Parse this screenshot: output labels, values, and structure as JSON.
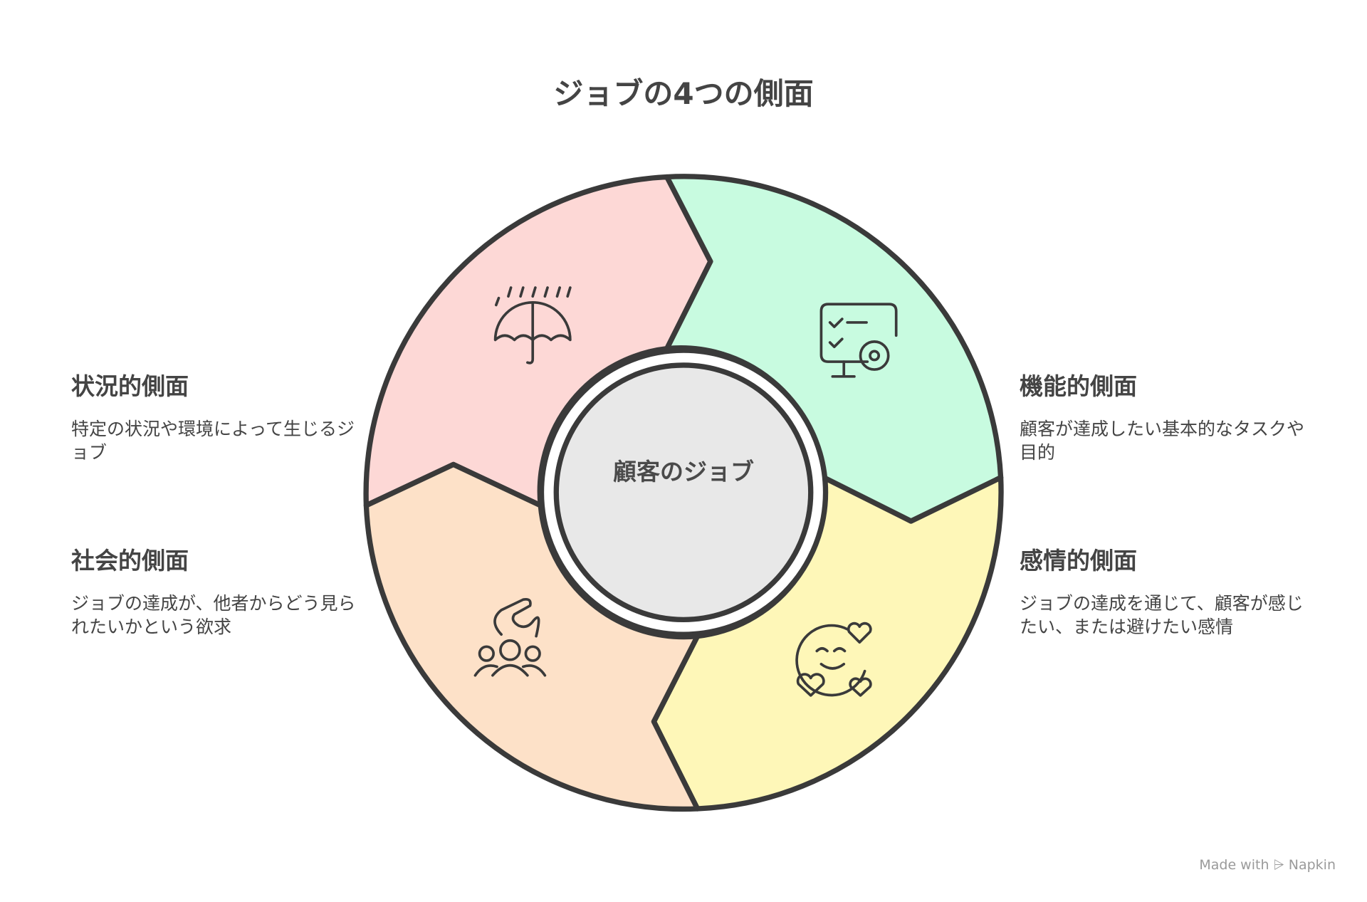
{
  "title": "ジョブの4つの側面",
  "center": "顧客のジョブ",
  "aspects": [
    {
      "heading": "状況的側面",
      "description": "特定の状況や環境によって生じるジョブ",
      "icon": "umbrella-rain-icon",
      "color": "#fdd8d6"
    },
    {
      "heading": "機能的側面",
      "description": "顧客が達成したい基本的なタスクや目的",
      "icon": "checklist-gear-monitor-icon",
      "color": "#c8fbe0"
    },
    {
      "heading": "社会的側面",
      "description": "ジョブの達成が、他者からどう見られたいかという欲求",
      "icon": "people-hand-icon",
      "color": "#fde1c8"
    },
    {
      "heading": "感情的側面",
      "description": "ジョブの達成を通じて、顧客が感じたい、または避けたい感情",
      "icon": "smiley-hearts-icon",
      "color": "#fef7b8"
    }
  ],
  "footer": "Made with ⩥ Napkin"
}
